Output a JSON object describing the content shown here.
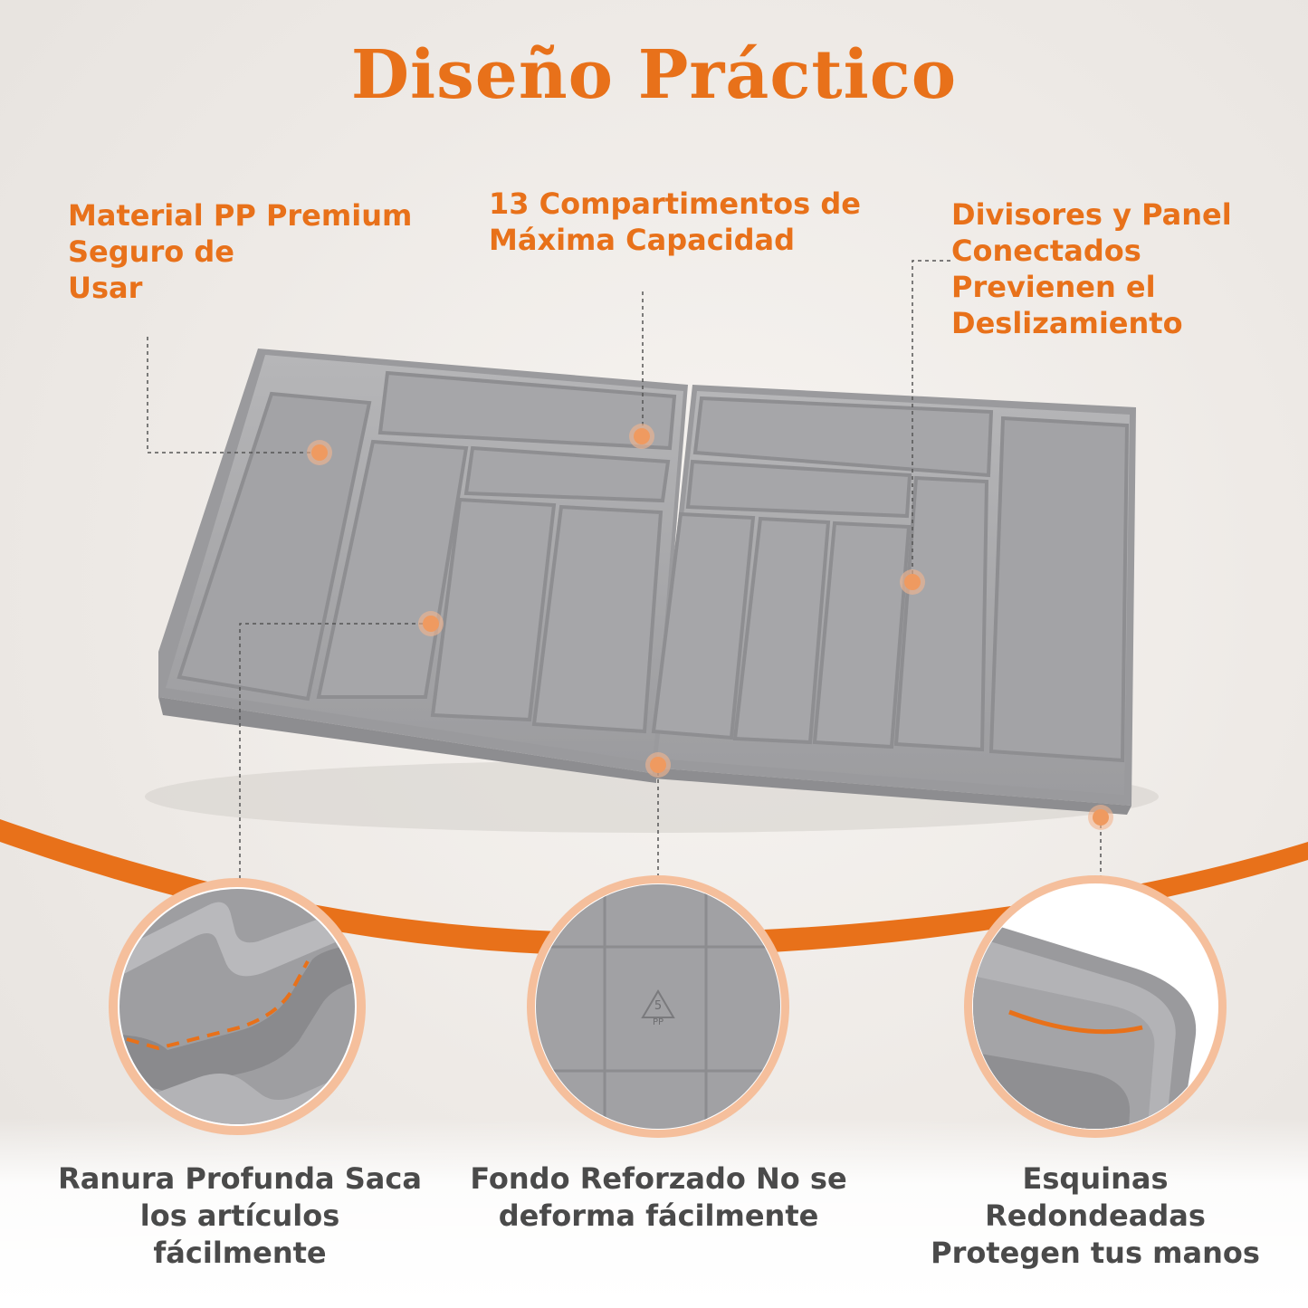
{
  "title": "Diseño Práctico",
  "colors": {
    "accent": "#e8711a",
    "tray": "#a9a9ab",
    "tray_dark": "#8f8f92",
    "tray_light": "#bdbdbf",
    "caption_text": "#4a4a4a",
    "circle_ring": "#f5bf9c"
  },
  "callouts": [
    {
      "lines": [
        "Material PP Premium",
        "Seguro de",
        "Usar"
      ]
    },
    {
      "lines": [
        "13 Compartimentos de",
        "Máxima Capacidad"
      ]
    },
    {
      "lines": [
        "Divisores y Panel",
        "Conectados",
        "Previenen el",
        "Deslizamiento"
      ]
    }
  ],
  "features": [
    {
      "icon": "groove-detail-icon",
      "lines": [
        "Ranura Profunda Saca",
        "los artículos",
        "fácilmente"
      ]
    },
    {
      "icon": "pp5-recycle-icon",
      "recycle_number": "5",
      "recycle_code": "PP",
      "lines": [
        "Fondo Reforzado No se",
        "deforma fácilmente"
      ]
    },
    {
      "icon": "rounded-corner-icon",
      "lines": [
        "Esquinas",
        "Redondeadas",
        "Protegen tus manos"
      ]
    }
  ]
}
